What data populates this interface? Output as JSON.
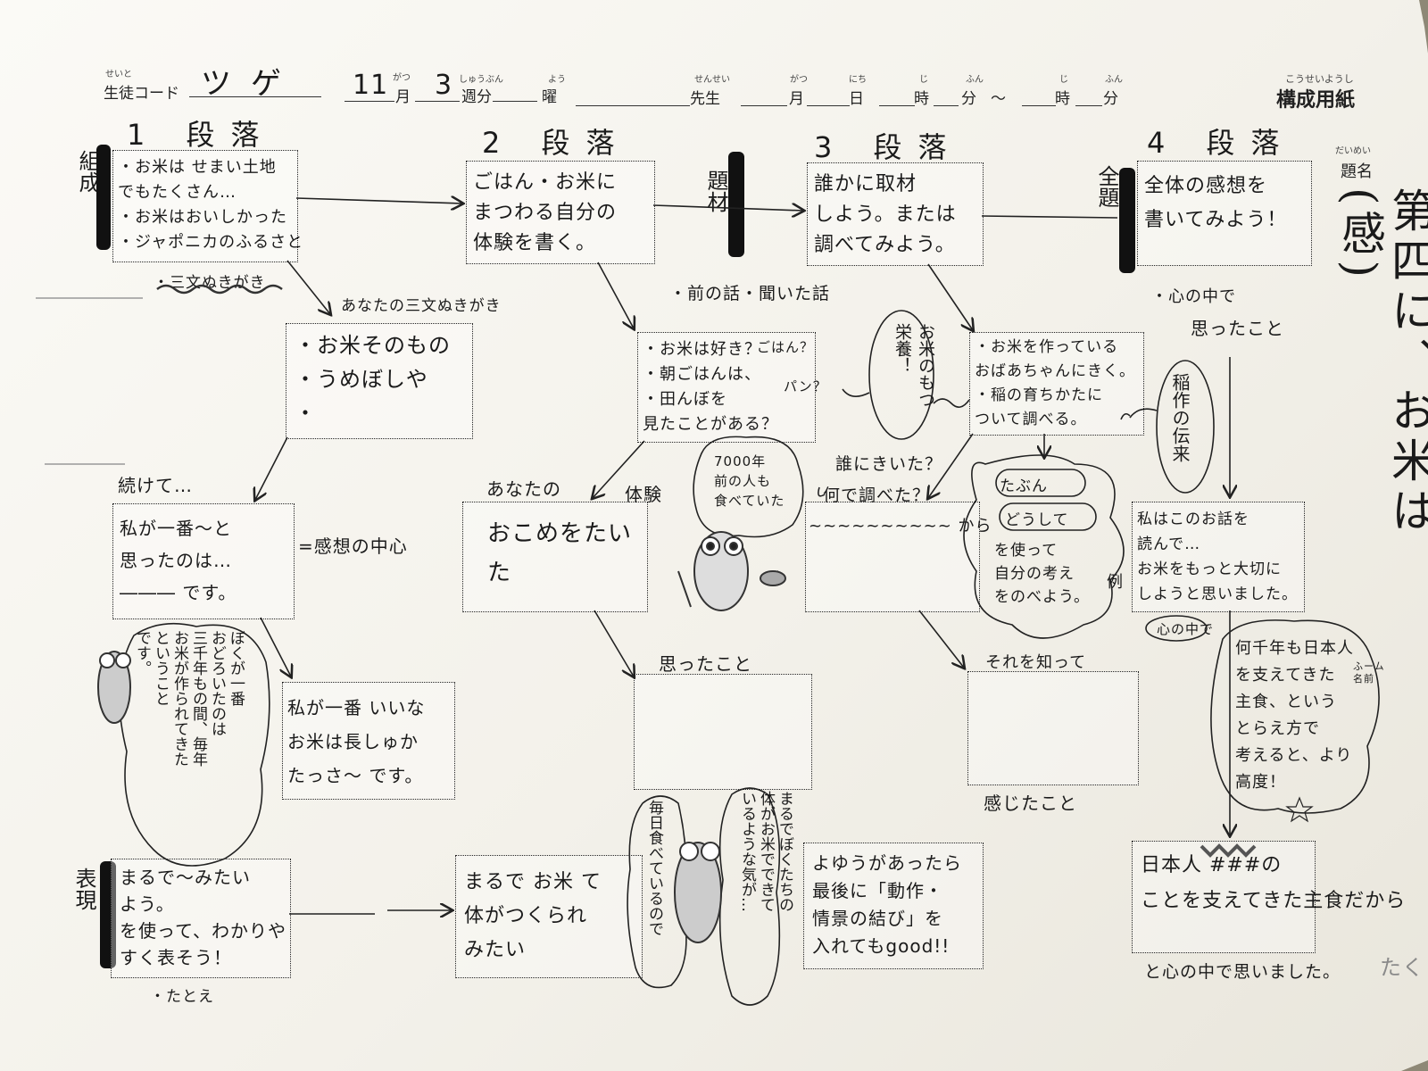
{
  "header": {
    "student_code_ruby": "せいと",
    "student_code_label": "生徒コード",
    "student_code_value": "ツゲ",
    "month_value": "11",
    "month_ruby": "がつ",
    "month_label": "月",
    "week_value": "3",
    "week_ruby": "しゅうぶん",
    "week_label": "週分",
    "youbi_ruby": "よう",
    "youbi_label": "曜",
    "teacher_ruby": "せんせい",
    "teacher_label": "先生",
    "date_month_ruby": "がつ",
    "date_month_label": "月",
    "date_day_ruby": "にち",
    "date_day_label": "日",
    "time1_hour_ruby": "じ",
    "time1_hour_label": "時",
    "time1_min_ruby": "ふん",
    "time1_min_label": "分",
    "tilde": "～",
    "time2_hour_ruby": "じ",
    "time2_hour_label": "時",
    "time2_min_ruby": "ふん",
    "time2_min_label": "分",
    "form_ruby": "こうせいようし",
    "form_title": "構成用紙"
  },
  "headings": {
    "p1": "1 段落",
    "p2": "2 段落",
    "p3": "3 段落",
    "p4": "4 段落"
  },
  "title_block": {
    "ruby": "だいめい",
    "label": "題名",
    "value": "第四に、お米は(感)"
  },
  "side_labels": {
    "left_top": "組成",
    "mid1": "題材",
    "right_top": "全題",
    "left_bottom": "表現"
  },
  "boxes": {
    "p1_main": "・お米は せまい土地\nでもたくさん…\n・お米はおいしかった\n・ジャポニカのふるさと",
    "p1_sub": "・お米そのもの\n・うめぼしや\n・",
    "p1_feel": "私が一番～と\n思ったのは…\n――― です。",
    "p1_mine": "私が一番 いいな\nお米は長しゅか\nたっさ～ です。",
    "p1_expr": "まるで～みたい\nよう。\nを使って、わかりや\nすく表そう！",
    "p2_main": "ごはん・お米に\nまつわる自分の\n体験を書く。",
    "p2_q": "・お米は好き？\n・朝ごはんは、\n・田んぼを\n見たことがある？",
    "p2_q_a": "ごはん？",
    "p2_q_b": "パン？",
    "p2_exp": "おこめをたい\nた",
    "p2_thought": "",
    "p2_like": "まるで お米 て\n体がつくられ\nみたい",
    "p3_main": "誰かに取材\nしよう。または\n調べてみよう。",
    "p3_sub": "・お米を作っている\nおばあちゃんにきく。\n・稲の育ちかたに\nついて調べる。",
    "p3_who": "~~~~~~~~~~ から",
    "p3_know": "",
    "p3_extra": "よゆうがあったら\n最後に「動作・\n情景の結び」を\n入れてもgood!!",
    "p4_main": "全体の感想を\n書いてみよう！",
    "p4_read": "私はこのお話を\n読んで…\nお米をもっと大切に\nしようと思いました。",
    "p4_final": "日本人 ###の\nことを支えてきた主食だから"
  },
  "annotations": {
    "sanbun1": "・三文ぬきがき",
    "your_sanbun": "あなたの三文ぬきがき",
    "tsuzukete": "続けて…",
    "kanso_center": "=感想の中心",
    "tatoe": "・たとえ",
    "mae_hanashi": "・前の話・聞いた話",
    "anata_no": "あなたの",
    "taiken": "体験",
    "omotta": "思ったこと",
    "dareni": "誰にきいた？",
    "nanide": "何で調べた？",
    "sore_shitte": "それを知って",
    "kanjita": "感じたこと",
    "kokoro1": "・心の中で",
    "kokoro1b": "思ったこと",
    "rei": "例",
    "kokoro2": "心の中で",
    "kokoro_end": "と心の中で思いました。",
    "name_note": "ふーム\n名前",
    "final_pencil_tail": "たく"
  },
  "bubbles": {
    "tabun": "たぶん",
    "doushite": "どうして",
    "tabun_text": "を使って\n自分の考え\nをのべよう。",
    "okome_motsu": "お米のもつ\n栄養！",
    "inasaku": "稲作の伝来",
    "ancient": "7000年\n前の人も\n食べていた",
    "boku": "ぼくが一番\nおどろいたのは\n三千年もの間、毎年\nお米が作られてきた\nということ\nです。",
    "maru": "まるでぼくたちの\n体がお米でできて\nいるような気が…",
    "eat": "毎日食べているので",
    "nihon": "何千年も日本人\nを支えてきた\n主食、という\nとらえ方で\n考えると、より\n高度！"
  }
}
